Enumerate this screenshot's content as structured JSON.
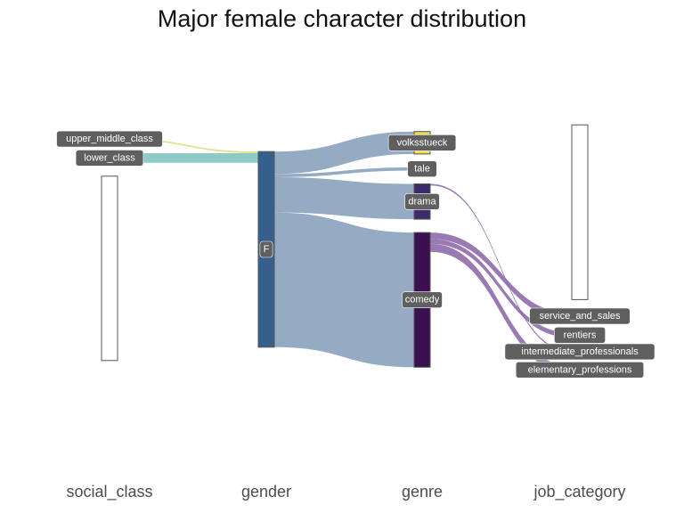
{
  "chart_data": {
    "type": "sankey",
    "title": "Major female character distribution",
    "axes": [
      "social_class",
      "gender",
      "genre",
      "job_category"
    ],
    "nodes": [
      {
        "id": "upper_middle_class",
        "label": "upper_middle_class",
        "axis": "social_class",
        "value": 1,
        "color": "#d4e47a",
        "hollow": false
      },
      {
        "id": "lower_class",
        "label": "lower_class",
        "axis": "social_class",
        "value": 6,
        "color": "#7fc3bd",
        "hollow": false
      },
      {
        "id": "social_class_na",
        "label": "",
        "axis": "social_class",
        "value": 115,
        "color": "#ffffff",
        "hollow": true
      },
      {
        "id": "F",
        "label": "F",
        "axis": "gender",
        "value": 122,
        "color": "#355f8d",
        "hollow": false
      },
      {
        "id": "volksstueck",
        "label": "volksstueck",
        "axis": "genre",
        "value": 14,
        "color": "#f4d94c",
        "hollow": false
      },
      {
        "id": "tale",
        "label": "tale",
        "axis": "genre",
        "value": 2,
        "color": "#ffffff",
        "hollow": false
      },
      {
        "id": "drama",
        "label": "drama",
        "axis": "genre",
        "value": 22,
        "color": "#3d2a6a",
        "hollow": false
      },
      {
        "id": "comedy",
        "label": "comedy",
        "axis": "genre",
        "value": 84,
        "color": "#3b0f50",
        "hollow": false
      },
      {
        "id": "job_category_na",
        "label": "",
        "axis": "job_category",
        "value": 109,
        "color": "#ffffff",
        "hollow": true
      },
      {
        "id": "service_and_sales",
        "label": "service_and_sales",
        "axis": "job_category",
        "value": 4,
        "color": "#8b68a8",
        "hollow": false
      },
      {
        "id": "rentiers",
        "label": "rentiers",
        "axis": "job_category",
        "value": 3,
        "color": "#8b68a8",
        "hollow": false
      },
      {
        "id": "intermediate_professionals",
        "label": "intermediate_professionals",
        "axis": "job_category",
        "value": 1,
        "color": "#8b68a8",
        "hollow": false
      },
      {
        "id": "elementary_professions",
        "label": "elementary_professions",
        "axis": "job_category",
        "value": 5,
        "color": "#8b68a8",
        "hollow": false
      }
    ],
    "links": [
      {
        "source": "upper_middle_class",
        "target": "F",
        "value": 1,
        "color": "#d4e47a"
      },
      {
        "source": "lower_class",
        "target": "F",
        "value": 6,
        "color": "#7fc3bd"
      },
      {
        "source": "F",
        "target": "volksstueck",
        "value": 14,
        "color": "#859fbb"
      },
      {
        "source": "F",
        "target": "tale",
        "value": 2,
        "color": "#859fbb"
      },
      {
        "source": "F",
        "target": "drama",
        "value": 22,
        "color": "#859fbb"
      },
      {
        "source": "F",
        "target": "comedy",
        "value": 84,
        "color": "#859fbb"
      },
      {
        "source": "drama",
        "target": "intermediate_professionals",
        "value": 1,
        "color": "#8b68a8"
      },
      {
        "source": "comedy",
        "target": "service_and_sales",
        "value": 4,
        "color": "#8b68a8"
      },
      {
        "source": "comedy",
        "target": "rentiers",
        "value": 3,
        "color": "#8b68a8"
      },
      {
        "source": "comedy",
        "target": "elementary_professions",
        "value": 5,
        "color": "#8b68a8"
      }
    ],
    "colors": {
      "label_bg": "#5f5f5f",
      "label_text": "#ffffff",
      "axis_text": "#4d4d4d",
      "node_stroke": "#555555"
    }
  }
}
